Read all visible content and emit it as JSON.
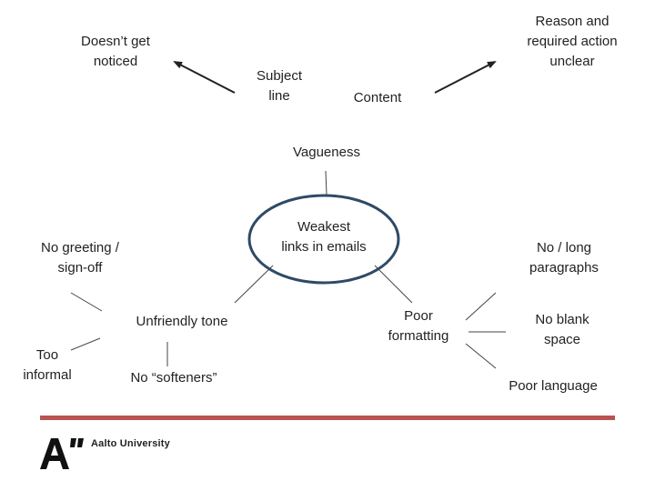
{
  "diagram": {
    "center": {
      "label": "Weakest\nlinks in emails"
    },
    "nodes": {
      "vagueness": "Vagueness",
      "subject_line": "Subject\nline",
      "content": "Content",
      "doesnt_get_noticed": "Doesn’t get\nnoticed",
      "reason_unclear": "Reason and\nrequired action\nunclear",
      "no_greeting": "No greeting /\nsign-off",
      "too_informal": "Too\ninformal",
      "unfriendly_tone": "Unfriendly tone",
      "no_softeners": "No “softeners”",
      "poor_formatting": "Poor\nformatting",
      "long_paragraphs": "No / long\nparagraphs",
      "no_blank_space": "No blank\nspace",
      "poor_language": "Poor language"
    }
  },
  "footer": {
    "organization": "Aalto University",
    "logo_mark": "A”"
  },
  "colors": {
    "ellipse_stroke": "#2e4a66",
    "line": "#222222",
    "footer_bar": "#b85450"
  }
}
